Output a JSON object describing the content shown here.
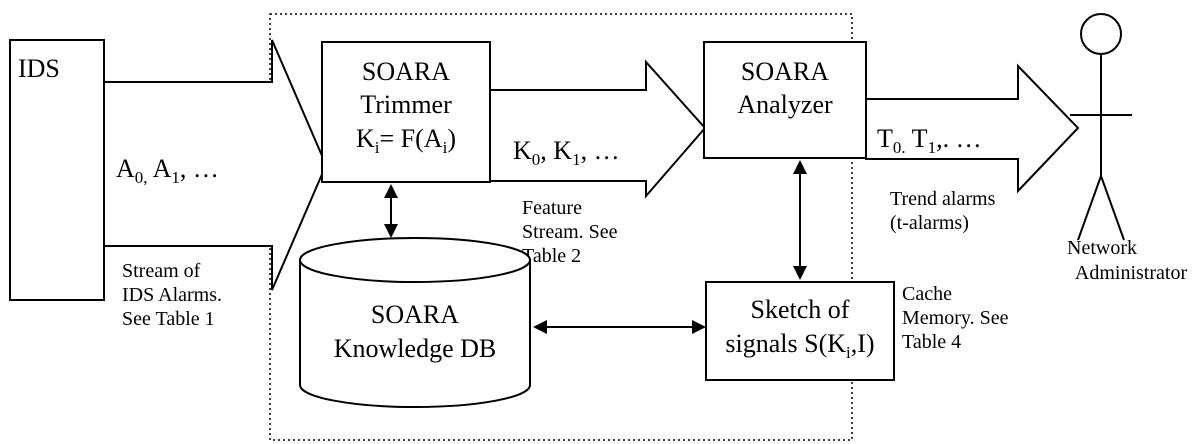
{
  "ids": {
    "label": "IDS"
  },
  "trimmer": {
    "line1": "SOARA",
    "line2": "Trimmer",
    "formula": {
      "k": "K",
      "k_sub": "i",
      "mid": "= F(A",
      "a_sub": "i",
      "end": ")"
    }
  },
  "analyzer": {
    "line1": "SOARA",
    "line2": "Analyzer"
  },
  "knowledge_db": {
    "line1": "SOARA",
    "line2": "Knowledge DB"
  },
  "sketch": {
    "line1": "Sketch of",
    "line2_prefix": "signals S(K",
    "line2_sub": "i",
    "line2_suffix": ",I)"
  },
  "alarm_stream": {
    "a0": "A",
    "a0_sub": "0,",
    "a1": " A",
    "a1_sub": "1",
    "ellipsis": ", …",
    "caption": [
      "Stream of",
      "IDS Alarms.",
      "See Table 1"
    ]
  },
  "feature_stream": {
    "k0": "K",
    "k0_sub": "0",
    "k1": ", K",
    "k1_sub": "1",
    "ellipsis": ", …",
    "caption": [
      "Feature",
      "Stream. See",
      "Table 2"
    ]
  },
  "trend_stream": {
    "t0": "T",
    "t0_sub": "0.",
    "t1": " T",
    "t1_sub": "1",
    "ellipsis": ",. …",
    "caption": [
      "Trend alarms",
      "(t-alarms)"
    ]
  },
  "cache_note": [
    "Cache",
    "Memory. See",
    "Table 4"
  ],
  "admin": {
    "line1": "Network",
    "line2": "Administrator"
  }
}
